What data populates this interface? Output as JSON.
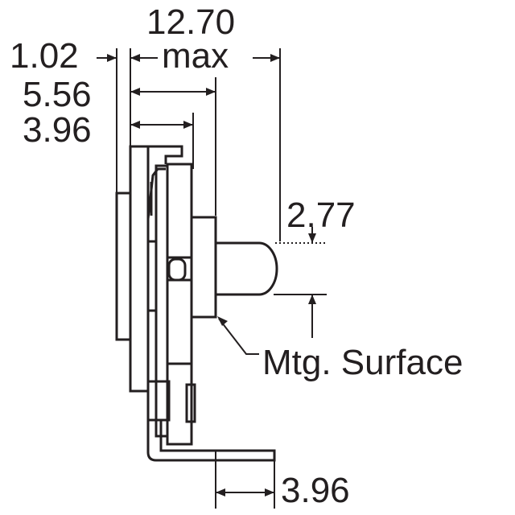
{
  "dimensions": {
    "width_total": "12.70",
    "width_total_note": "max",
    "panel_offset": "1.02",
    "depth_a": "5.56",
    "depth_b": "3.96",
    "led_height": "2.77",
    "lead_length": "3.96"
  },
  "callouts": {
    "mounting_surface": "Mtg. Surface"
  }
}
